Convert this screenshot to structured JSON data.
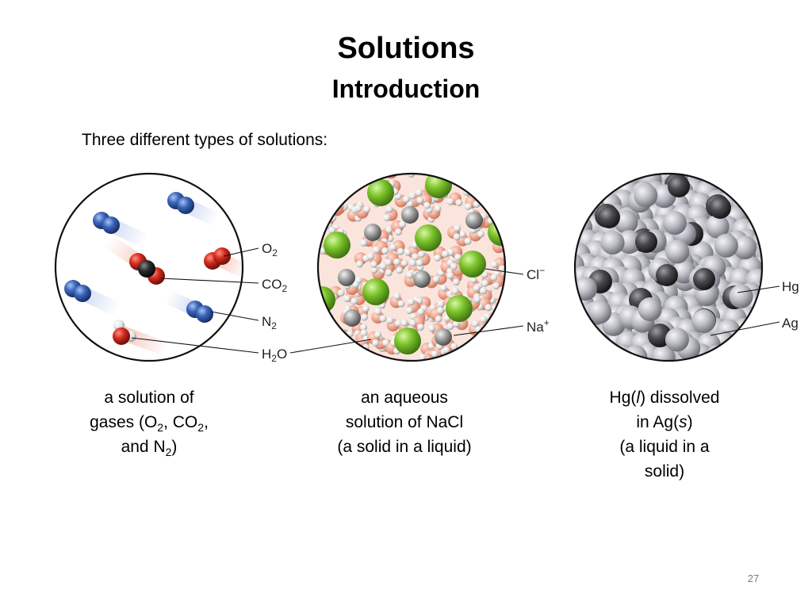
{
  "slide": {
    "title": "Solutions",
    "subtitle": "Introduction",
    "intro": "Three different types of solutions:",
    "page_number": "27"
  },
  "panels": [
    {
      "id": "gases",
      "labels": [
        {
          "main": "O",
          "sub": "2",
          "tail": ""
        },
        {
          "main": "CO",
          "sub": "2",
          "tail": ""
        },
        {
          "main": "N",
          "sub": "2",
          "tail": ""
        },
        {
          "main": "H",
          "sub": "2",
          "tail": "O"
        }
      ],
      "caption": {
        "line1": "a solution of",
        "line2_a": "gases (O",
        "line2_s1": "2",
        "line2_b": ", CO",
        "line2_s2": "2",
        "line2_c": ",",
        "line3_a": "and N",
        "line3_s": "2",
        "line3_b": ")"
      }
    },
    {
      "id": "nacl",
      "labels": [
        {
          "main": "Cl",
          "sup": "−"
        },
        {
          "main": "Na",
          "sup": "+"
        }
      ],
      "caption": {
        "line1": "an aqueous",
        "line2": "solution of NaCl",
        "line3": "(a solid in a liquid)"
      }
    },
    {
      "id": "amalgam",
      "labels": [
        {
          "main": "Hg"
        },
        {
          "main": "Ag"
        }
      ],
      "caption": {
        "line1_a": "Hg(",
        "line1_i": "l",
        "line1_b": ") dissolved",
        "line2_a": "in Ag(",
        "line2_i": "s",
        "line2_b": ")",
        "line3": "(a liquid in a",
        "line4": "solid)"
      }
    }
  ],
  "colors": {
    "oxygen": "#d42a1e",
    "carbon": "#2b2b2b",
    "nitrogen": "#3a64b8",
    "hydrogen": "#e8e8e8",
    "chlorine": "#7cc42b",
    "sodium": "#9c9c9c",
    "water_oxygen": "#f0a891",
    "silver": "#bcbcc4",
    "mercury": "#4a4a4e"
  }
}
